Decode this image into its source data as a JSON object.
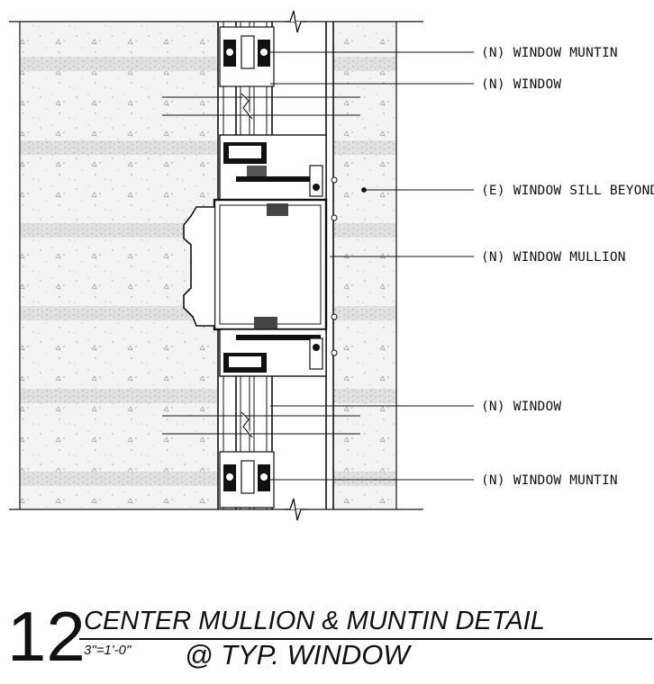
{
  "labels": [
    "(N) WINDOW MUNTIN",
    "(N) WINDOW",
    "(E) WINDOW SILL BEYOND",
    "(N) WINDOW MULLION",
    "(N) WINDOW",
    "(N) WINDOW MUNTIN"
  ],
  "title_block": {
    "number": "12",
    "title": "CENTER MULLION & MUNTIN DETAIL",
    "scale": "3\"=1'-0\"",
    "subtitle": "@ TYP. WINDOW"
  }
}
